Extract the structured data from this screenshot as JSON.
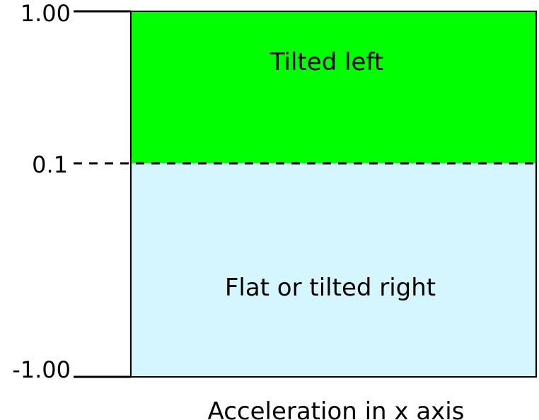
{
  "diagram": {
    "thresholds": {
      "top": "1.00",
      "middle": "0.1",
      "bottom": "-1.00"
    },
    "regions": {
      "upper": {
        "label": "Tilted left",
        "color": "#00ff00"
      },
      "lower": {
        "label": "Flat or tilted right",
        "color": "#d5f5ff"
      }
    },
    "axis_label": "Acceleration in x axis"
  }
}
